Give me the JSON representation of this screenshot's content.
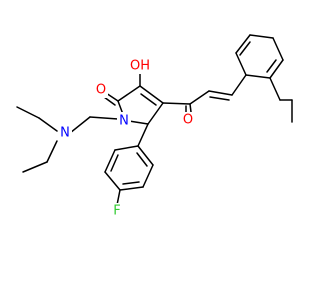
{
  "molecule": {
    "atoms": {
      "nitrogen_ring": "N",
      "nitrogen_amine": "N",
      "oxygen_lactam": "O",
      "hydroxyl": "OH",
      "oxygen_ketone": "O",
      "fluorine": "F"
    },
    "colors": {
      "N": "#0000ff",
      "O": "#ff0000",
      "F": "#33cc33",
      "bond": "#000000"
    }
  }
}
